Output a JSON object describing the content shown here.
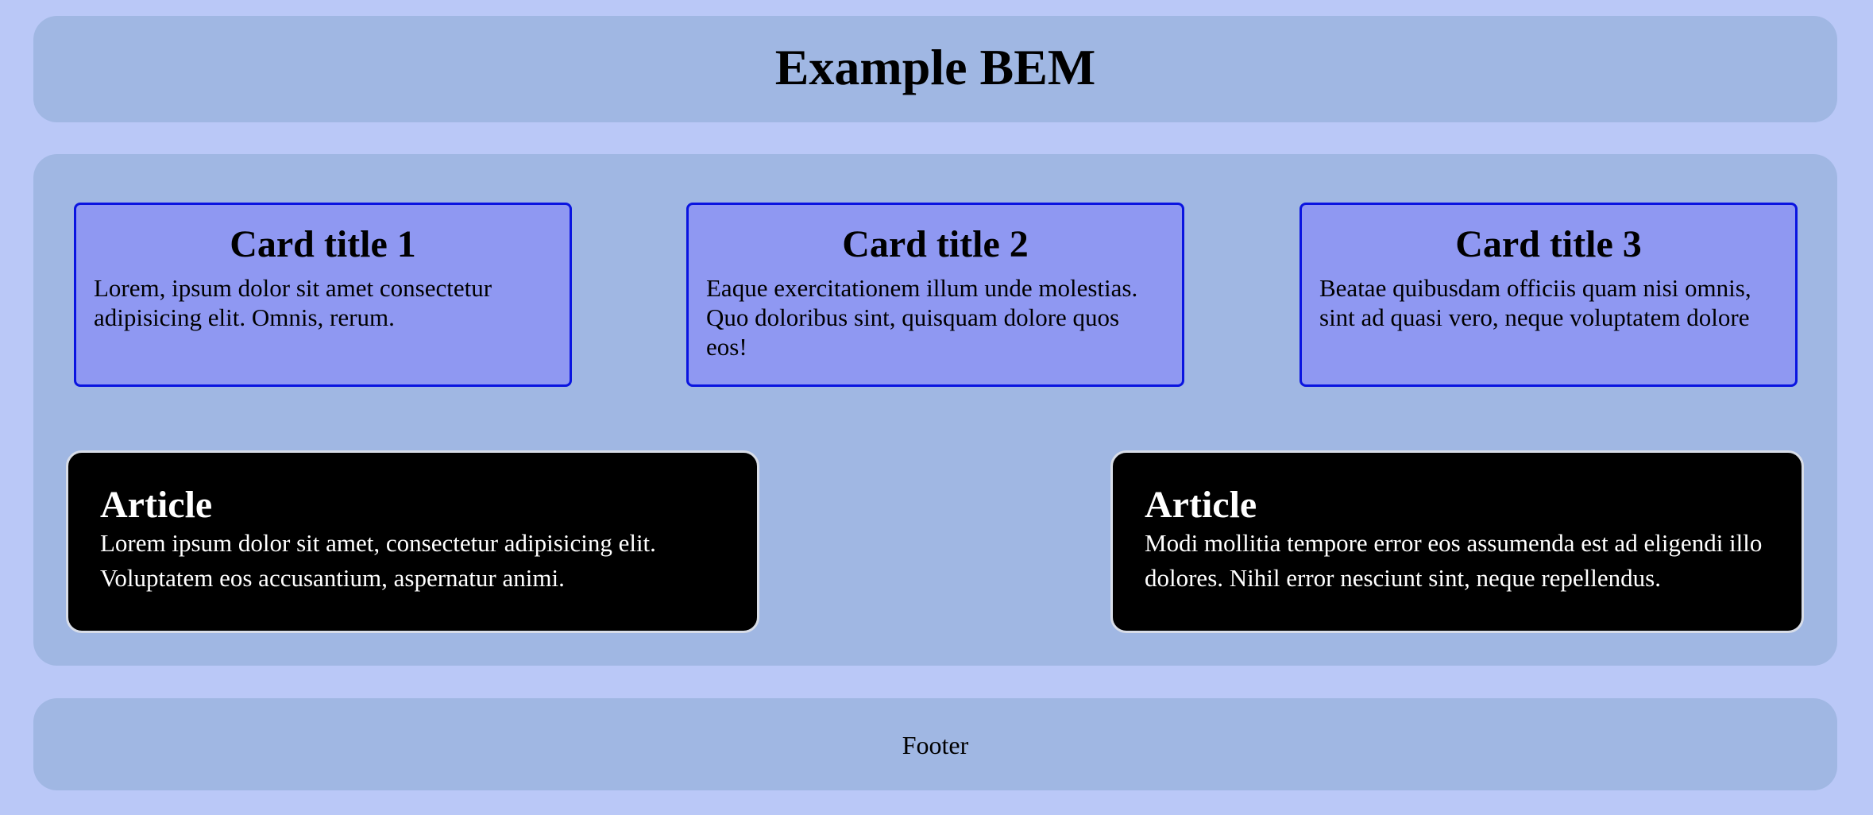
{
  "header": {
    "title": "Example BEM"
  },
  "cards": [
    {
      "title": "Card title 1",
      "text": "Lorem, ipsum dolor sit amet consectetur adipisicing elit. Omnis, rerum."
    },
    {
      "title": "Card title 2",
      "text": "Eaque exercitationem illum unde molestias. Quo doloribus sint, quisquam dolore quos eos!"
    },
    {
      "title": "Card title 3",
      "text": "Beatae quibusdam officiis quam nisi omnis, sint ad quasi vero, neque voluptatem dolore"
    }
  ],
  "articles": [
    {
      "title": "Article",
      "text": "Lorem ipsum dolor sit amet, consectetur adipisicing elit. Voluptatem eos accusantium, aspernatur animi."
    },
    {
      "title": "Article",
      "text": "Modi mollitia tempore error eos assumenda est ad eligendi illo dolores. Nihil error nesciunt sint, neque repellendus."
    }
  ],
  "footer": {
    "text": "Footer"
  },
  "colors": {
    "page_background": "#bac8f7",
    "panel_background": "#a0b7e3",
    "card_background": "#8f98f2",
    "card_border": "#0a14e0",
    "article_background": "#000000",
    "article_border": "#d8dde8"
  }
}
